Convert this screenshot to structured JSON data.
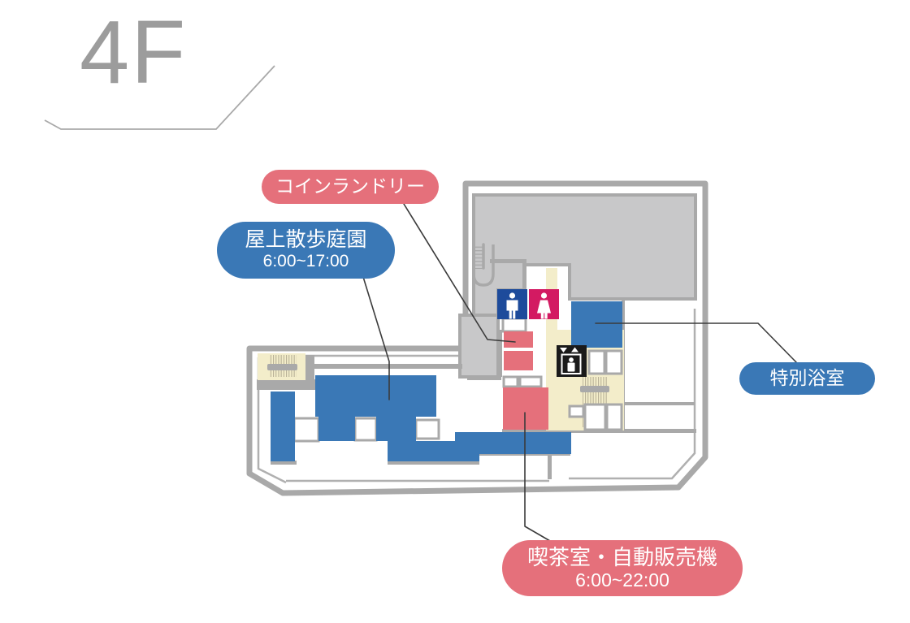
{
  "floor": {
    "label": "4F"
  },
  "labels": {
    "coin_laundry": {
      "text": "コインランドリー"
    },
    "rooftop_garden": {
      "text": "屋上散歩庭園",
      "hours": "6:00~17:00"
    },
    "special_bath": {
      "text": "特別浴室"
    },
    "cafe_vending": {
      "text": "喫茶室・自動販売機",
      "hours": "6:00~22:00"
    }
  },
  "icons": {
    "male_restroom": "male-restroom-icon",
    "female_restroom": "female-restroom-icon",
    "elevator": "elevator-icon"
  },
  "colors": {
    "label_red": "#e5707b",
    "label_blue": "#3a78b6",
    "room_red": "#e5707b",
    "room_blue": "#3a78b6",
    "male_icon_blue": "#1d4b9b",
    "female_icon_pink": "#d31a62",
    "elevator_black": "#1a1a1a",
    "roof_gray": "#c8c8c9",
    "wall_gray": "#a9a9a9",
    "corridor_cream": "#f3edca"
  }
}
